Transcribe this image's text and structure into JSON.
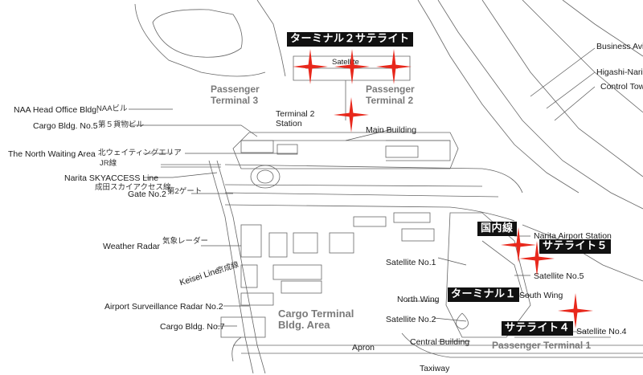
{
  "labels": {
    "naa_head": "NAA Head Office Bldg.",
    "naa_head_jp": "NAAビル",
    "cargo5": "Cargo Bldg. No.5",
    "cargo5_jp": "第５貨物ビル",
    "north_waiting": "The North Waiting Area",
    "north_waiting_jp": "北ウェイティングエリア",
    "jr_line": "JR線",
    "narita_sky": "Narita SKYACCESS Line",
    "narita_sky_jp": "成田スカイアクセス線",
    "gate2": "Gate No.2",
    "gate2_jp": "第2ゲート",
    "weather_radar": "Weather Radar",
    "weather_radar_jp": "気象レーダー",
    "keisei_line": "Keisei Line",
    "keisei_jp": "京成線",
    "asr2": "Airport Surveillance Radar No.2",
    "cargo7": "Cargo Bldg. No.7",
    "passenger_t3_a": "Passenger",
    "passenger_t3_b": "Terminal 3",
    "passenger_t2_a": "Passenger",
    "passenger_t2_b": "Terminal 2",
    "t2_station_a": "Terminal 2",
    "t2_station_b": "Station",
    "satellite_t2": "Satellite",
    "main_building": "Main Building",
    "business_aviation": "Business Avi",
    "higashi_narita": "Higashi-Narita",
    "control_tower": "Control Tow",
    "cargo_area_a": "Cargo Terminal",
    "cargo_area_b": "Bldg. Area",
    "narita_station": "Narita Airport Station",
    "satellite1": "Satellite No.1",
    "satellite2": "Satellite No.2",
    "satellite4": "Satellite No.4",
    "satellite5": "Satellite No.5",
    "north_wing": "North Wing",
    "south_wing": "South Wing",
    "central_building": "Central Building",
    "passenger_t1": "Passenger Terminal 1",
    "apron": "Apron",
    "taxiway": "Taxiway"
  },
  "tags": {
    "t2_satellite": "ターミナル２サテライト",
    "domestic": "国内線",
    "satellite5": "サテライト５",
    "terminal1": "ターミナル１",
    "satellite4": "サテライト４"
  },
  "colors": {
    "marker": "#e8281c",
    "line": "#555555",
    "area_label": "#7a7a7a"
  },
  "markers": [
    "t2-sat-left",
    "t2-sat-center",
    "t2-sat-right",
    "t2-main",
    "domestic",
    "satellite5",
    "satellite4"
  ]
}
